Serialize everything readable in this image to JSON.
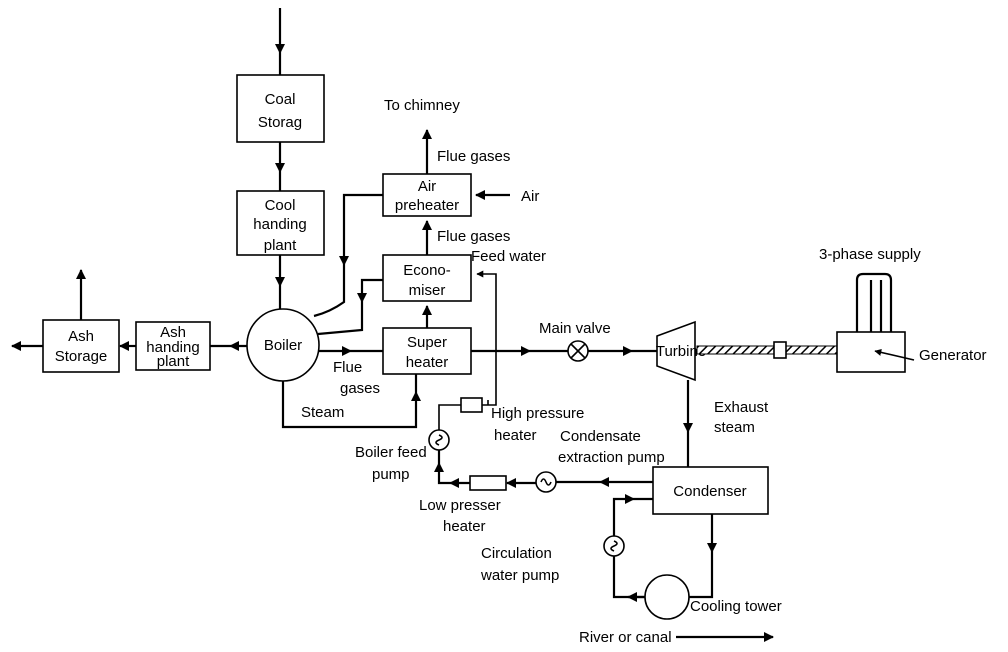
{
  "labels": {
    "coal_storage": [
      "Coal",
      "Storag"
    ],
    "coal_handling": [
      "Cool",
      "handing",
      "plant"
    ],
    "boiler": "Boiler",
    "ash_storage": [
      "Ash",
      "Storage"
    ],
    "ash_handling": [
      "Ash",
      "handing",
      "plant"
    ],
    "air_preheater": [
      "Air",
      "preheater"
    ],
    "economiser": [
      "Econo-",
      "miser"
    ],
    "super_heater": [
      "Super",
      "heater"
    ],
    "to_chimney": "To chimney",
    "flue_gases_top": "Flue gases",
    "air": "Air",
    "flue_gases_mid": "Flue gases",
    "feed_water": "Feed water",
    "flue_gases_boiler": [
      "Flue",
      "gases"
    ],
    "steam": "Steam",
    "main_valve": "Main valve",
    "turbine": "Turbine",
    "three_phase_supply": "3-phase supply",
    "generator": "Generator",
    "exhaust_steam": [
      "Exhaust",
      "steam"
    ],
    "high_pressure_heater": [
      "High pressure",
      "heater"
    ],
    "condensate_extraction_pump": [
      "Condensate",
      "extraction pump"
    ],
    "boiler_feed_pump": [
      "Boiler feed",
      "pump"
    ],
    "condenser": "Condenser",
    "low_presser_heater": [
      "Low presser",
      "heater"
    ],
    "circulation_water_pump": [
      "Circulation",
      "water pump"
    ],
    "cooling_tower": "Cooling tower",
    "river_or_canal": "River or canal"
  }
}
